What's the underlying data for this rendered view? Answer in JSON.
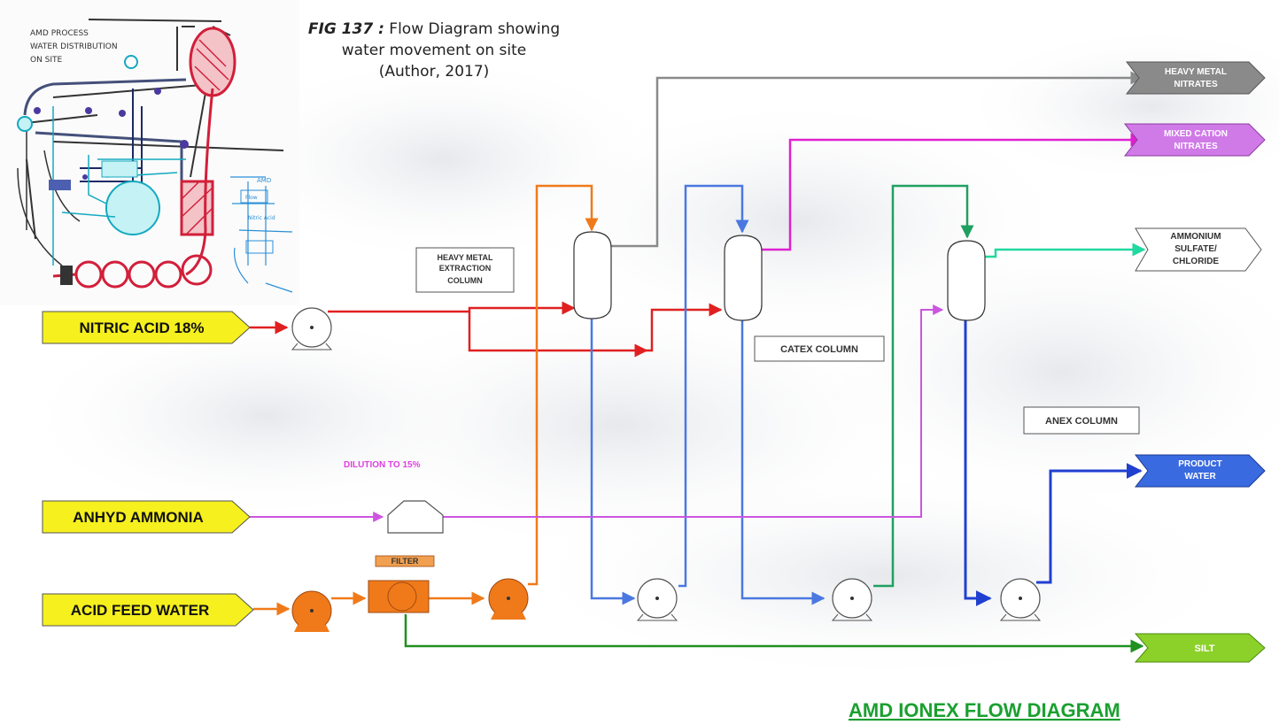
{
  "caption": {
    "fig_label": "FIG 137 :",
    "line1": "Flow Diagram showing",
    "line2": "water movement on site",
    "line3": "(Author, 2017)"
  },
  "sketch": {
    "note_line1": "AMD PROCESS",
    "note_line2": "WATER DISTRIBUTION",
    "note_line3": "ON SITE",
    "mini_amd": "AMD",
    "mini_flow": "Flow",
    "mini_nitric": "Nitric Acid"
  },
  "inputs": {
    "nitric": "NITRIC ACID 18%",
    "ammonia": "ANHYD AMMONIA",
    "feed": "ACID FEED WATER"
  },
  "outputs": {
    "heavy_1": "HEAVY METAL",
    "heavy_2": "NITRATES",
    "mixed_1": "MIXED CATION",
    "mixed_2": "NITRATES",
    "ammonium_1": "AMMONIUM",
    "ammonium_2": "SULFATE/",
    "ammonium_3": "CHLORIDE",
    "product_1": "PRODUCT",
    "product_2": "WATER",
    "silt": "SILT"
  },
  "labels": {
    "heavy_col_1": "HEAVY METAL",
    "heavy_col_2": "EXTRACTION",
    "heavy_col_3": "COLUMN",
    "catex": "CATEX COLUMN",
    "anex": "ANEX COLUMN",
    "dilution": "DILUTION TO 15%",
    "filter": "FILTER",
    "title": "AMD IONEX FLOW DIAGRAM"
  },
  "colors": {
    "nitric": "#e02020",
    "ammonia": "#cc55e0",
    "feed": "#f07a1a",
    "heavy": "#8a8a8a",
    "mixed": "#e020d0",
    "ammonium": "#20d8a0",
    "product": "#2040d0",
    "catex_line": "#4a78e0",
    "anex_line": "#20a060",
    "silt": "#209020",
    "input_fill": "#f5f01e",
    "title": "#1aa030"
  }
}
